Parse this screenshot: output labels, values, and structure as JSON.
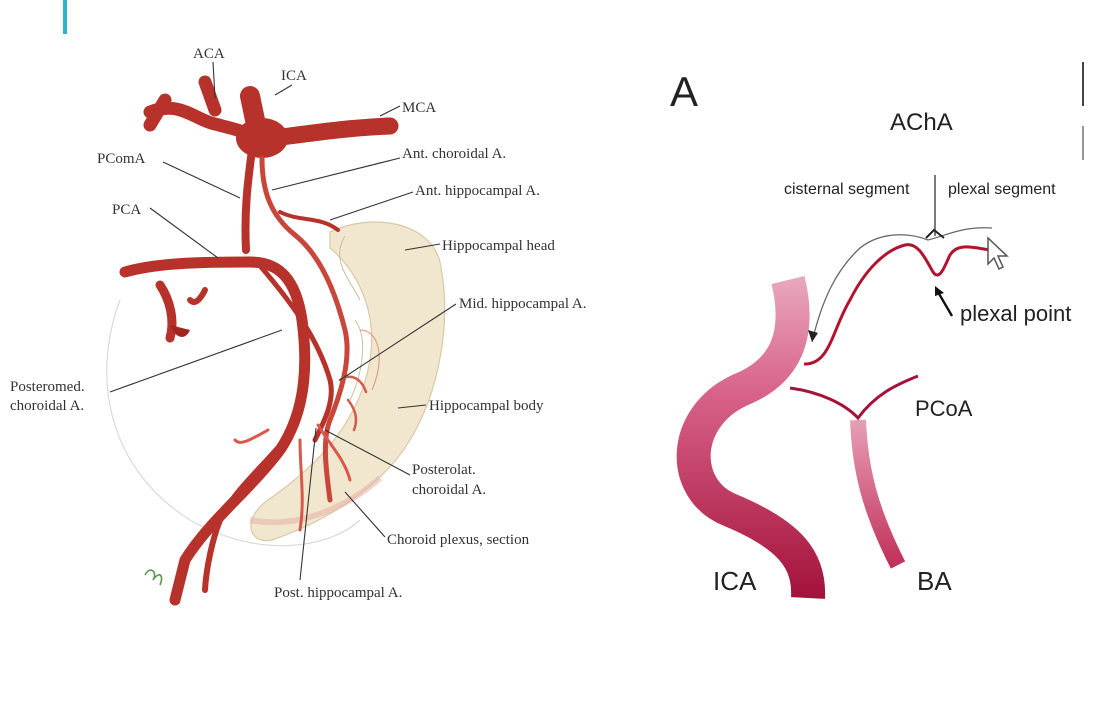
{
  "left_diagram": {
    "labels": {
      "aca": "ACA",
      "ica": "ICA",
      "mca": "MCA",
      "pcoma": "PComA",
      "ant_choroidal": "Ant. choroidal A.",
      "ant_hippocampal": "Ant. hippocampal A.",
      "pca": "PCA",
      "hippocampal_head": "Hippocampal head",
      "mid_hippocampal": "Mid. hippocampal A.",
      "posteromed_1": "Posteromed.",
      "posteromed_2": "choroidal A.",
      "hippocampal_body": "Hippocampal body",
      "posterolat_1": "Posterolat.",
      "posterolat_2": "choroidal A.",
      "choroid_plexus": "Choroid plexus, section",
      "post_hippocampal": "Post. hippocampal A."
    }
  },
  "right_diagram": {
    "panel_letter": "A",
    "title": "AChA",
    "cisternal_segment": "cisternal segment",
    "plexal_segment": "plexal segment",
    "plexal_point": "plexal point",
    "pcoa": "PCoA",
    "ica": "ICA",
    "ba": "BA"
  },
  "colors": {
    "artery": "#b6322a",
    "artery_light": "#d8584c",
    "vessel_pink": "#d4587c",
    "vessel_dark": "#a4123a",
    "tissue": "#f1e7cf",
    "accent": "#2bb5c9"
  }
}
